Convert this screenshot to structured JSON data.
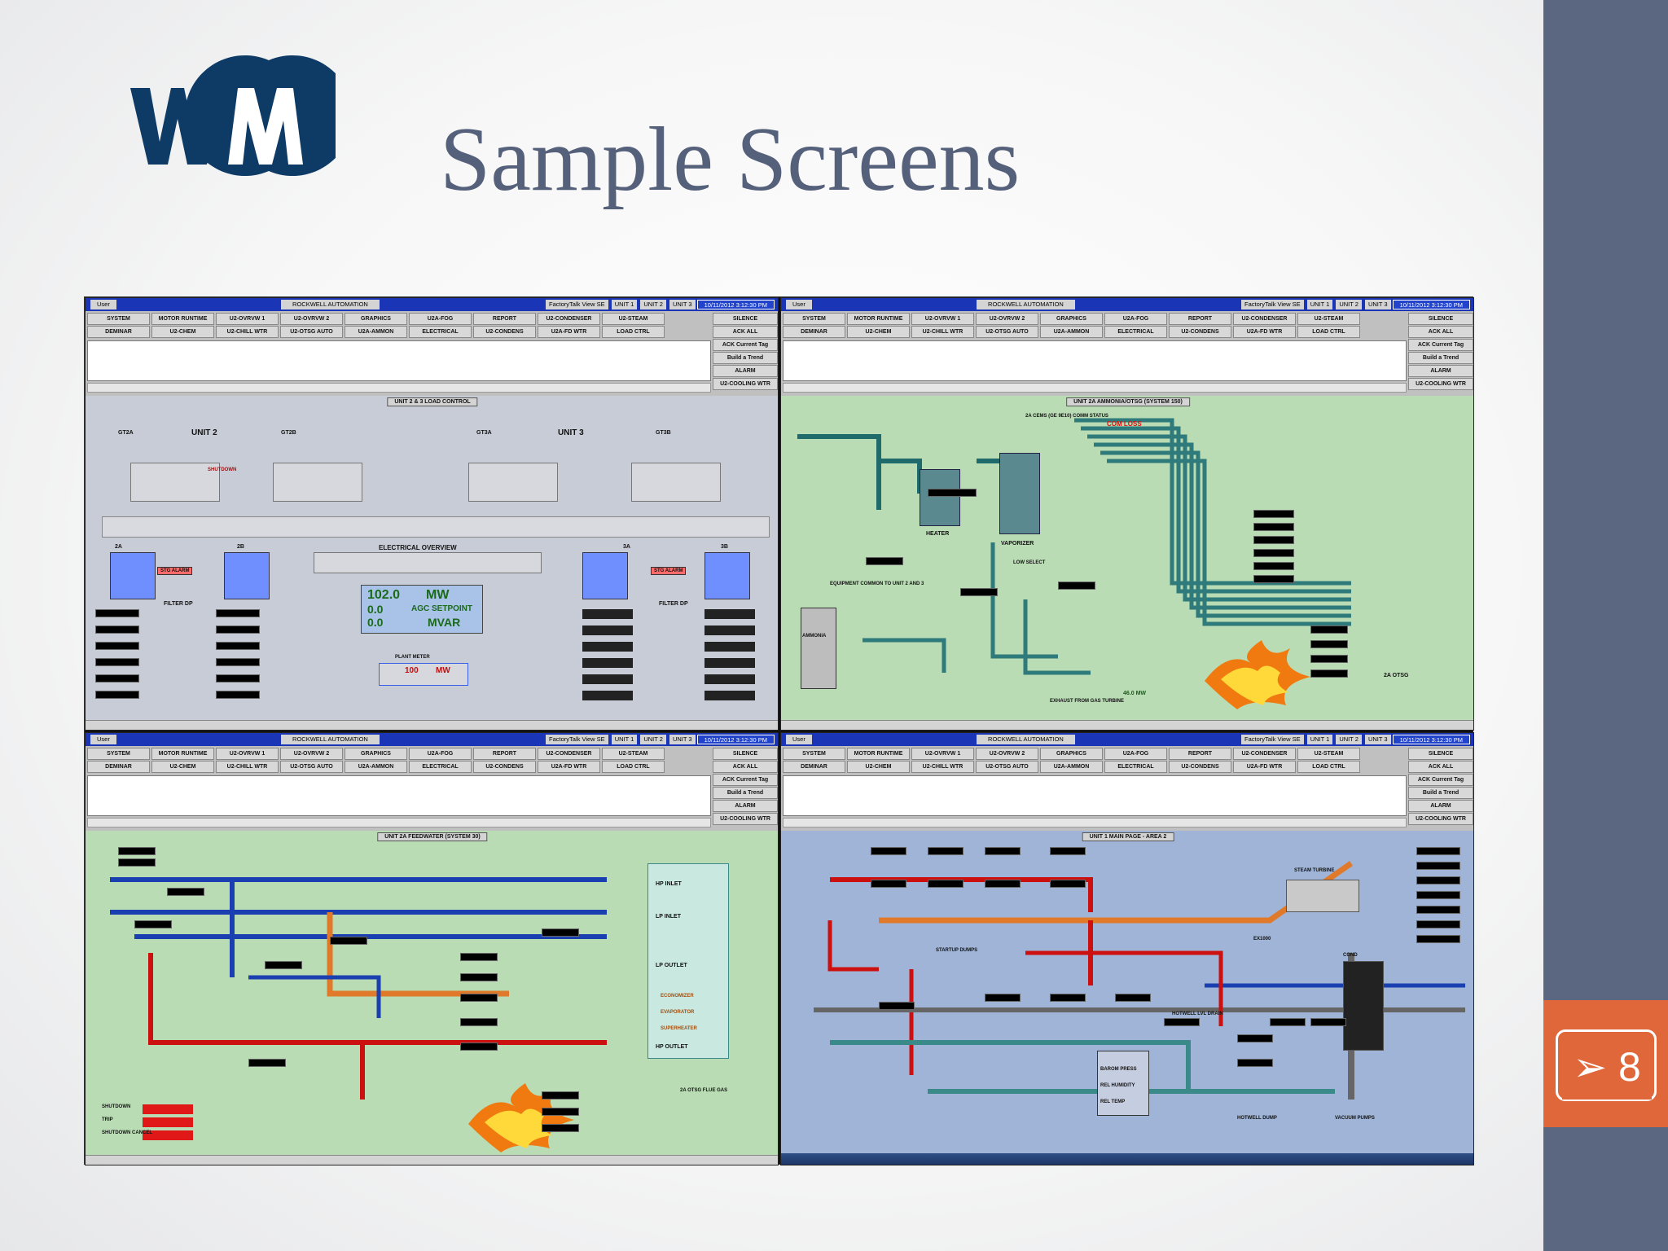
{
  "slide": {
    "title": "Sample Screens",
    "page_number": "8",
    "logo_text": "WM",
    "colors": {
      "title": "#55607a",
      "side_bar": "#5b6780",
      "page_tab": "#e0673a",
      "logo": "#0e3a66"
    }
  },
  "hmi": {
    "user_label": "User",
    "vendor": "ROCKWELL AUTOMATION",
    "product": "FactoryTalk View SE",
    "unit_tabs": [
      "UNIT 1",
      "UNIT 2",
      "UNIT 3"
    ],
    "nav_row1": [
      "SYSTEM",
      "MOTOR RUNTIME",
      "U2-OVRVW 1",
      "U2-OVRVW 2",
      "GRAPHICS",
      "U2A-FOG",
      "REPORT",
      "U2-CONDENSER",
      "U2-STEAM"
    ],
    "nav_row2": [
      "DEMINAR",
      "U2-CHEM",
      "U2-CHILL WTR",
      "U2-OTSG AUTO",
      "U2A-AMMON",
      "ELECTRICAL",
      "U2-CONDENS",
      "U2A-FD WTR",
      "LOAD CTRL"
    ],
    "side_buttons": [
      "SILENCE",
      "ACK ALL",
      "ACK Current Tag",
      "Build a Trend",
      "ALARM",
      "U2-COOLING WTR"
    ]
  },
  "screens": [
    {
      "date": "10/11/2012 3:12:30 PM",
      "header": "UNIT 2 & 3 LOAD CONTROL",
      "labels": [
        "UNIT 2",
        "UNIT 3",
        "GT2A",
        "GT2B",
        "GT3A",
        "GT3B",
        "ELECTRICAL OVERVIEW",
        "2A",
        "2B",
        "3A",
        "3B",
        "FILTER DP",
        "PLANT METER"
      ],
      "readouts": [
        "102.0",
        "MW",
        "0.0",
        "AGC SETPOINT",
        "0.0",
        "MVAR",
        "100",
        "MW",
        "STG ALARM",
        "SHUTDOWN"
      ]
    },
    {
      "date": "10/11/2012 3:12:30 PM",
      "header": "UNIT 2A AMMONIA/OTSG (SYSTEM 150)",
      "labels": [
        "HEATER",
        "VAPORIZER",
        "AMMONIA",
        "EQUIPMENT COMMON TO UNIT 2 AND 3",
        "EXHAUST FROM GAS TURBINE",
        "2A OTSG",
        "LOW SELECT",
        "COM LOSS",
        "2A CEMS (GE 9E10) COMM STATUS"
      ],
      "readouts": [
        "46.0 MW"
      ]
    },
    {
      "date": "10/11/2012 3:12:30 PM",
      "header": "UNIT 2A FEEDWATER (SYSTEM 30)",
      "labels": [
        "HP INLET",
        "LP INLET",
        "LP OUTLET",
        "HP OUTLET",
        "2A OTSG FLUE GAS",
        "SHUTDOWN",
        "TRIP",
        "SHUTDOWN CANCEL",
        "ECONOMIZER",
        "EVAPORATOR",
        "SUPERHEATER"
      ],
      "readouts": []
    },
    {
      "date": "10/11/2012 3:12:30 PM",
      "header": "UNIT 1 MAIN PAGE - AREA 2",
      "labels": [
        "STEAM TURBINE",
        "HOTWELL LVL DRAIN",
        "HOTWELL DUMP",
        "VACUUM PUMPS",
        "STARTUP DUMPS",
        "BAROM PRESS",
        "REL HUMIDITY",
        "REL TEMP",
        "COND",
        "EX1000"
      ],
      "readouts": []
    }
  ]
}
